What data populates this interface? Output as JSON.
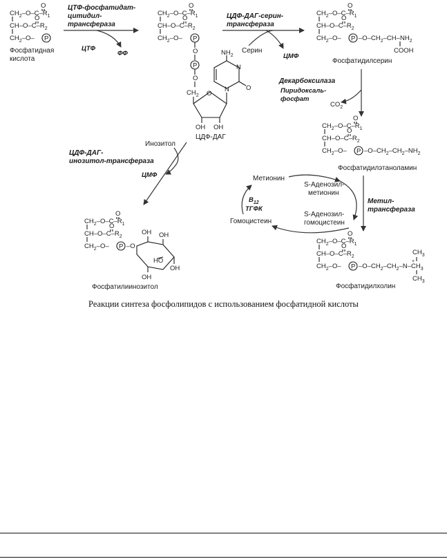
{
  "caption": "Реакции синтеза фосфолипидов с использованием фосфатидной кислоты",
  "chem": {
    "ch2o": "CH",
    "sub2": "2",
    "o": "O",
    "c": "C",
    "ch": "CH",
    "r1": "R",
    "sub1": "1",
    "r2": "R",
    "p": "P",
    "nh2": "NH",
    "cooh": "COOH",
    "oh": "OH",
    "ho": "HO",
    "n": "N",
    "plus": "+",
    "ch3": "CH",
    "sub3": "3",
    "co2": "CO",
    "b12": "B",
    "sub12": "12"
  },
  "compounds": {
    "phosphatidic_acid_1": "Фосфатидная",
    "phosphatidic_acid_2": "кислота",
    "cdp_dag": "ЦДФ-ДАГ",
    "phosphatidylserine": "Фосфатидилсерин",
    "phosphatidylethanolamine": "Фосфатидилэтаноламин",
    "phosphatidylinositol": "Фосфатилиинозитол",
    "phosphatidylcholine": "Фосфатидилхолин",
    "methionine": "Метионин",
    "sam_1": "S-Аденозил-",
    "sam_2": "метионин",
    "sah_1": "S-Аденозил-",
    "sah_2": "гомоцистеин",
    "homocysteine": "Гомоцистеин",
    "serine": "Серин",
    "inositol": "Инозитол"
  },
  "enzymes": {
    "ctp_pa_1": "ЦТФ-фосфатидат-",
    "ctp_pa_2": "цитидил-",
    "ctp_pa_3": "трансфераза",
    "cdp_serine_1": "ЦДФ-ДАГ-серин-",
    "cdp_serine_2": "трансфераза",
    "decarboxylase": "Декарбоксилаза",
    "cdp_inositol_1": "ЦДФ-ДАГ-",
    "cdp_inositol_2": "инозитол-трансфераза",
    "methyl_1": "Метил-",
    "methyl_2": "трансфераза"
  },
  "cofactors": {
    "ctp": "ЦТФ",
    "pp": "ФФ",
    "cmp_1": "ЦМФ",
    "cmp_2": "ЦМФ",
    "plp_1": "Пиридоксаль-",
    "plp_2": "фосфат",
    "thf": "ТГФК"
  }
}
